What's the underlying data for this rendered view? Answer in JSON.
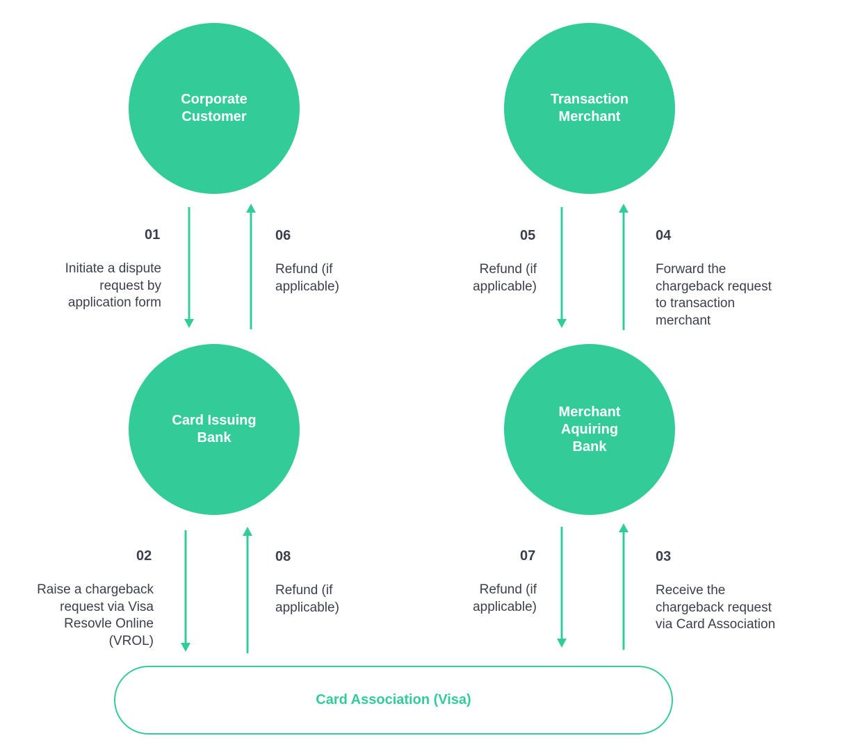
{
  "nodes": {
    "corporate_customer": "Corporate\nCustomer",
    "transaction_merchant": "Transaction\nMerchant",
    "card_issuing_bank": "Card Issuing\nBank",
    "merchant_acquiring_bank": "Merchant\nAquiring\nBank",
    "card_association": "Card Association (Visa)"
  },
  "steps": {
    "s01": {
      "num": "01",
      "text": "Initiate a dispute\nrequest by\napplication form"
    },
    "s02": {
      "num": "02",
      "text": "Raise a chargeback\nrequest via Visa\nResovle Online\n(VROL)"
    },
    "s03": {
      "num": "03",
      "text": "Receive the\nchargeback request\nvia Card Association"
    },
    "s04": {
      "num": "04",
      "text": "Forward the\nchargeback request\nto transaction\nmerchant"
    },
    "s05": {
      "num": "05",
      "text": "Refund (if\napplicable)"
    },
    "s06": {
      "num": "06",
      "text": "Refund (if\napplicable)"
    },
    "s07": {
      "num": "07",
      "text": "Refund (if\napplicable)"
    },
    "s08": {
      "num": "08",
      "text": "Refund (if\napplicable)"
    }
  },
  "colors": {
    "accent": "#33cc99",
    "text": "#3a3f4b",
    "node_text": "#ffffff"
  }
}
